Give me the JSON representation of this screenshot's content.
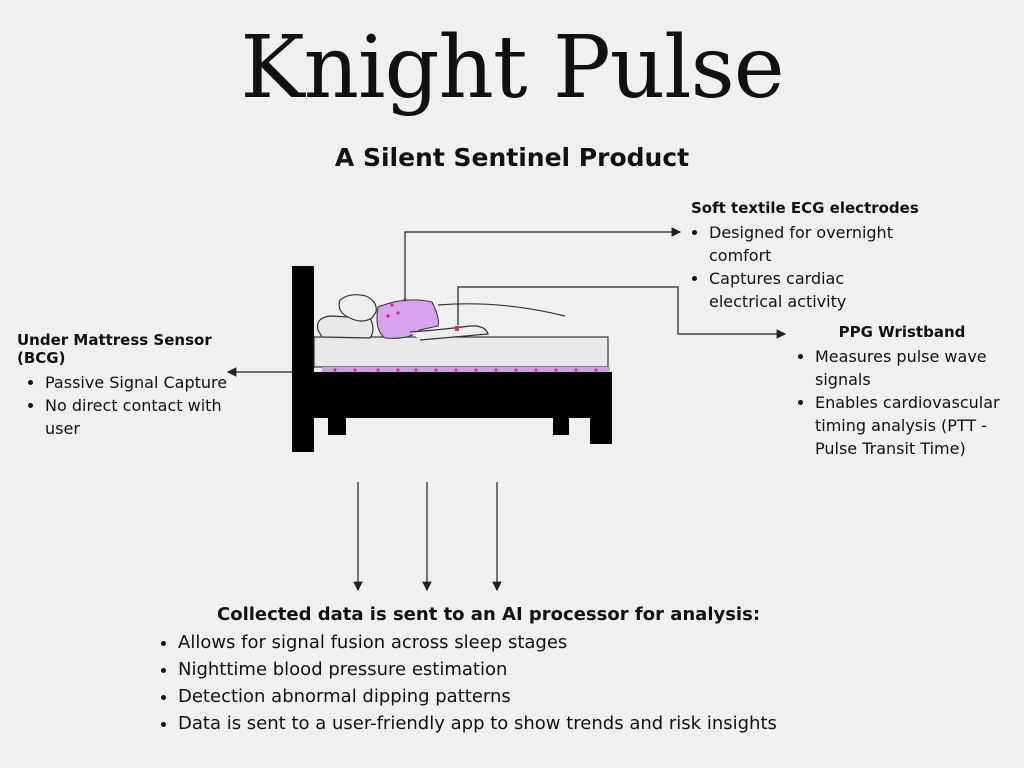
{
  "title": "Knight Pulse",
  "subtitle": "A Silent Sentinel Product",
  "ecg": {
    "heading": "Soft textile ECG electrodes",
    "bullets": [
      "Designed for overnight comfort",
      "Captures cardiac electrical activity"
    ]
  },
  "ppg": {
    "heading": "PPG Wristband",
    "bullets": [
      "Measures pulse wave signals",
      "Enables cardiovascular timing analysis (PTT - Pulse Transit Time)"
    ]
  },
  "bcg": {
    "heading": "Under Mattress Sensor (BCG)",
    "bullets": [
      "Passive Signal Capture",
      "No direct contact with user"
    ]
  },
  "ai": {
    "heading": "Collected data is sent to an AI processor for analysis:",
    "bullets": [
      "Allows for signal fusion across sleep stages",
      "Nighttime blood pressure estimation",
      "Detection abnormal dipping patterns",
      "Data is sent to a user-friendly app to show trends and risk insights"
    ]
  },
  "colors": {
    "background": "#f1f0f0",
    "shirt": "#d9a2ee",
    "sensor": "#e0207a",
    "bed": "#000000"
  }
}
